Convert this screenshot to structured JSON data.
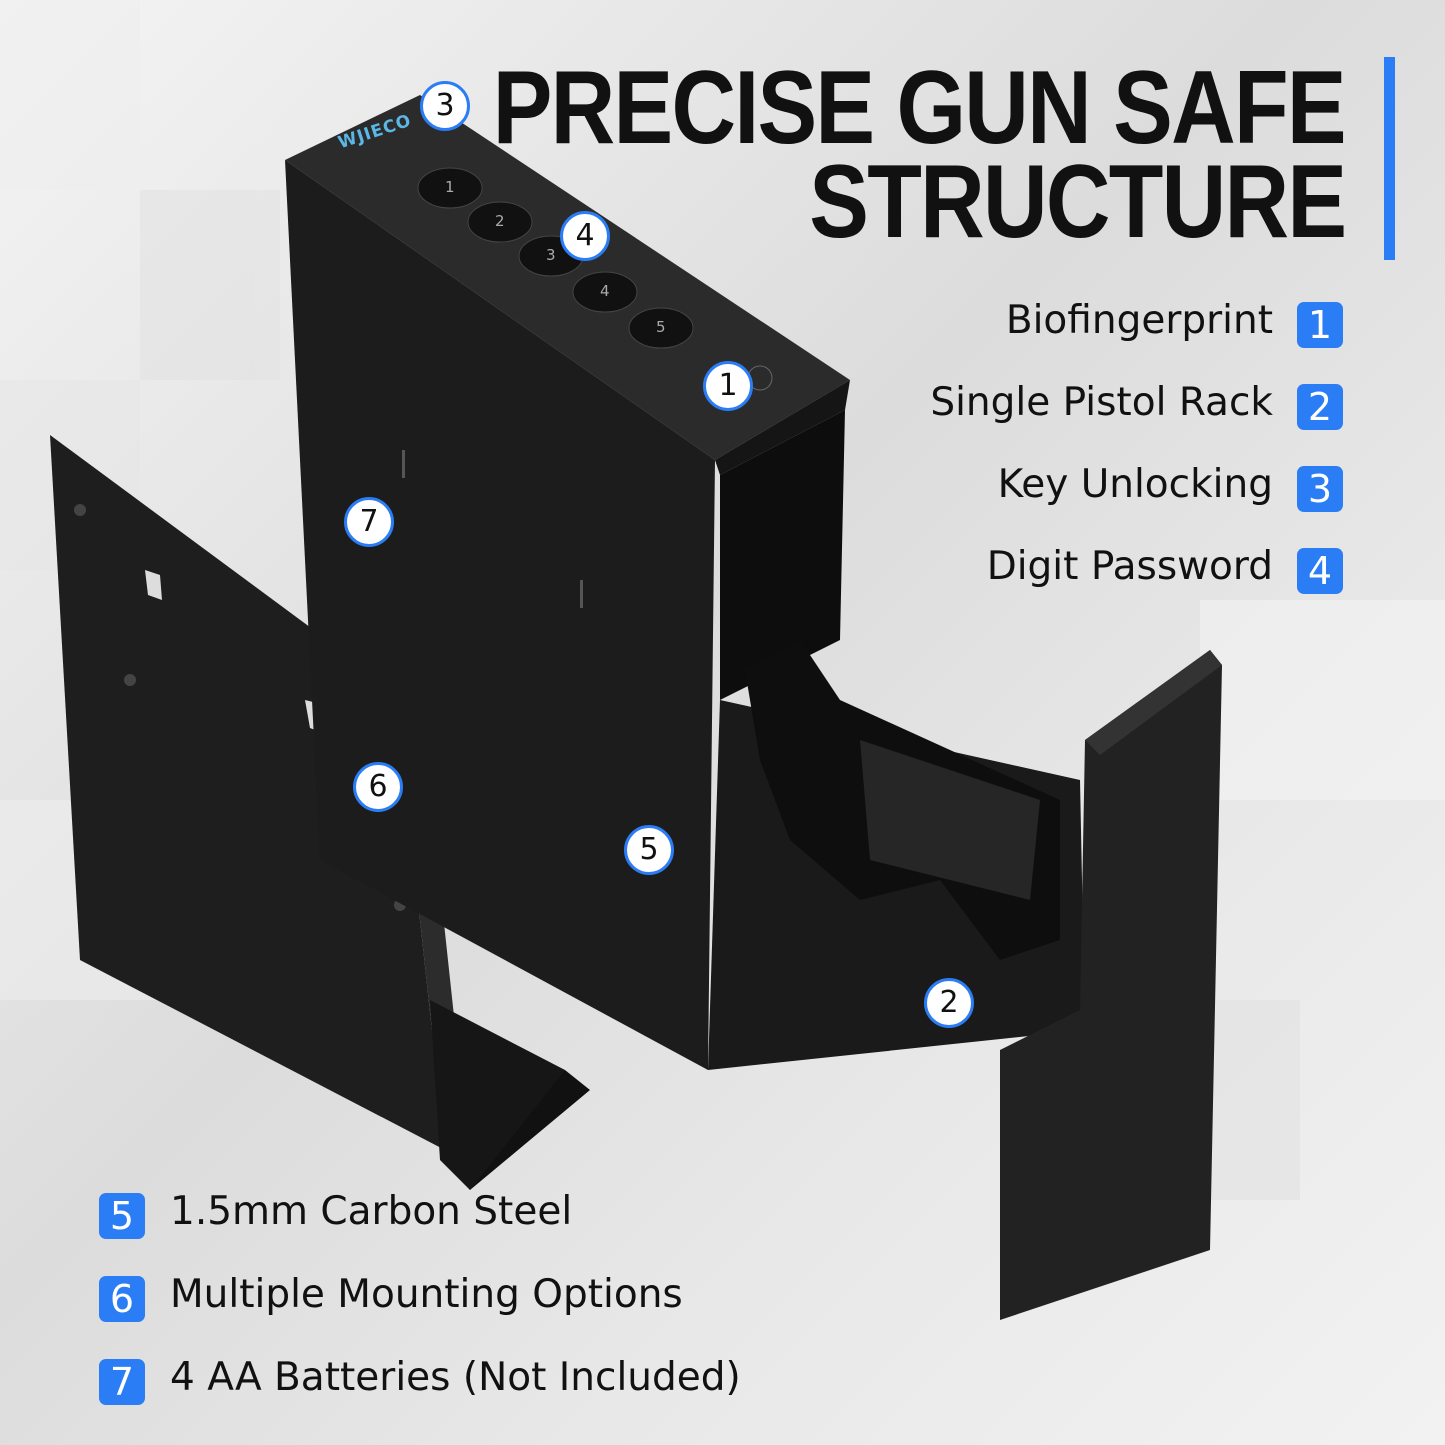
{
  "title": {
    "line1": "PRECISE GUN SAFE",
    "line2": "STRUCTURE"
  },
  "accent_color": "#2a7df5",
  "brand_logo": "WJIECO",
  "features_right": [
    {
      "num": "1",
      "label": "Biofingerprint"
    },
    {
      "num": "2",
      "label": "Single Pistol Rack"
    },
    {
      "num": "3",
      "label": "Key Unlocking"
    },
    {
      "num": "4",
      "label": "Digit Password"
    }
  ],
  "features_left": [
    {
      "num": "5",
      "label": "1.5mm Carbon Steel"
    },
    {
      "num": "6",
      "label": "Multiple Mounting Options"
    },
    {
      "num": "7",
      "label": "4 AA Batteries (Not Included)"
    }
  ],
  "keypad": [
    "1",
    "2",
    "3",
    "4",
    "5"
  ],
  "callouts": [
    "1",
    "2",
    "3",
    "4",
    "5",
    "6",
    "7"
  ]
}
